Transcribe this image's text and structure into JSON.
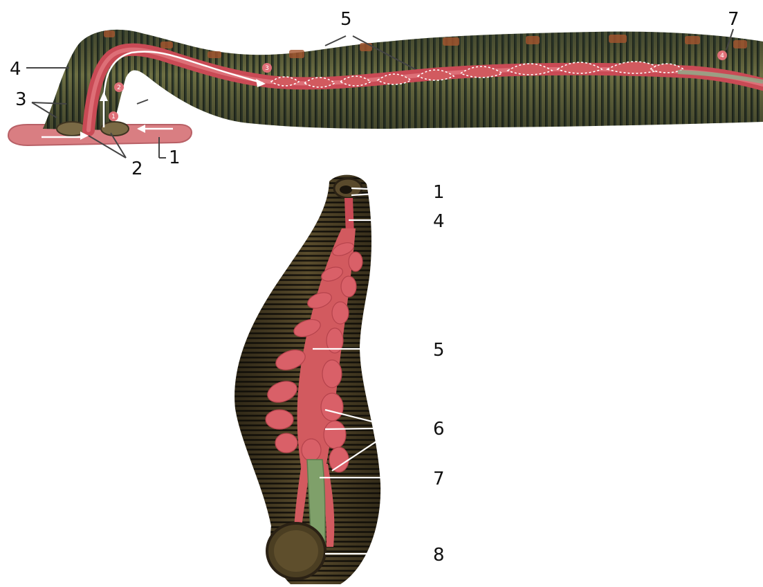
{
  "top_figure": {
    "labels": [
      "1",
      "2",
      "3",
      "4",
      "5",
      "7"
    ],
    "stage_markers": [
      "1",
      "2",
      "3",
      "4"
    ]
  },
  "bottom_figure": {
    "labels": [
      "1",
      "4",
      "5",
      "6",
      "7",
      "8"
    ]
  },
  "colors": {
    "body_dark": "#2f3a2c",
    "body_olive": "#6b6a3a",
    "body_rust": "#a4552e",
    "gut_red": "#c94a55",
    "crop_red": "#d25a5f",
    "intestine_green": "#7fa06a",
    "leech_brown": "#3d3421",
    "label_text": "#111111",
    "arrow_white": "#ffffff"
  }
}
